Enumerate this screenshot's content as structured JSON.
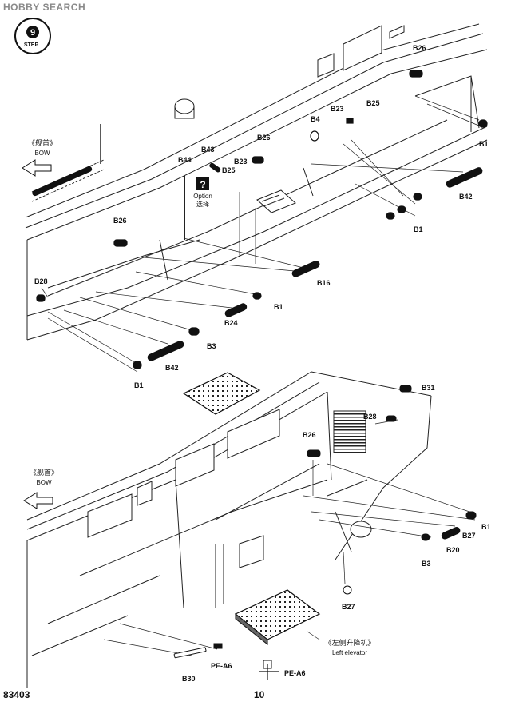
{
  "watermark": "HOBBY SEARCH",
  "step": {
    "number": "9",
    "label": "STEP"
  },
  "bow": {
    "chinese": "《舰首》",
    "english": "BOW"
  },
  "option": {
    "english": "Option",
    "chinese": "选择"
  },
  "elevator": {
    "chinese": "《左侧升降机》",
    "english": "Left elevator"
  },
  "product_code": "83403",
  "page_number": "10",
  "parts_upper": [
    "B26",
    "B23",
    "B25",
    "B4",
    "B1",
    "B42",
    "B1",
    "B43",
    "B44",
    "B23",
    "B25",
    "B26",
    "B26",
    "B16",
    "B28",
    "B1",
    "B24",
    "B3",
    "B42",
    "B1"
  ],
  "parts_lower": [
    "B31",
    "B28",
    "B26",
    "B1",
    "B27",
    "B20",
    "B3",
    "B27",
    "PE-A6",
    "B30",
    "PE-A6"
  ]
}
